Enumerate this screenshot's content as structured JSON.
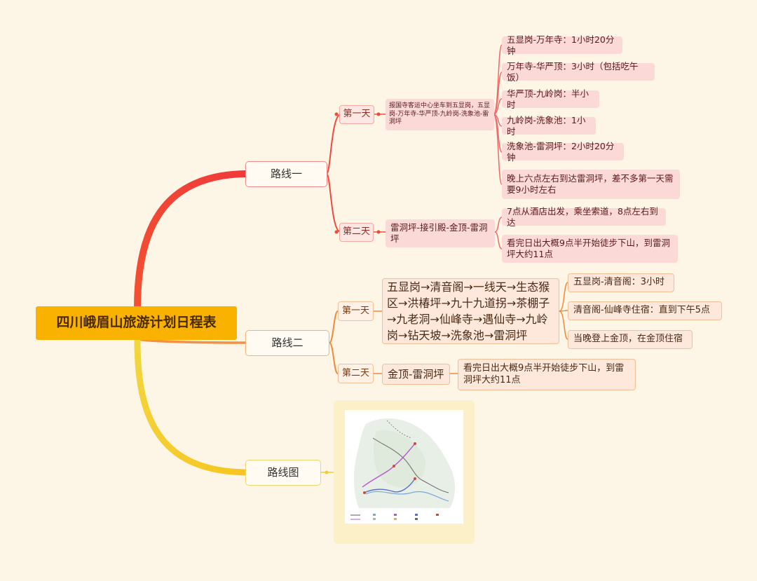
{
  "root": {
    "label": "四川峨眉山旅游计划日程表"
  },
  "route1": {
    "label": "路线一",
    "day1": {
      "label": "第一天",
      "summary": "报国寺客运中心坐车到五显岗，五显岗-万年寺-华严顶-九岭岗-洗象池-雷洞坪",
      "items": [
        "五显岗-万年寺：1小时20分钟",
        "万年寺-华严顶：3小时（包括吃午饭）",
        "华严顶-九岭岗：半小时",
        "九岭岗-洗象池：1小时",
        "洗象池-雷洞坪：2小时20分钟",
        "晚上六点左右到达雷洞坪，差不多第一天需要9小时左右"
      ]
    },
    "day2": {
      "label": "第二天",
      "summary": "雷洞坪-接引殿-金顶-雷洞坪",
      "items": [
        "7点从酒店出发，乘坐索道，8点左右到达",
        "看完日出大概9点半开始徒步下山，到雷洞坪大约11点"
      ]
    }
  },
  "route2": {
    "label": "路线二",
    "day1": {
      "label": "第一天",
      "summary": "五显岗→清音阁→一线天→生态猴区→洪椿坪→九十九道拐→茶棚子→九老洞→仙峰寺→遇仙寺→九岭岗→钻天坡→洗象池→雷洞坪",
      "items": [
        "五显岗-清音阁：3小时",
        "清音阁-仙峰寺住宿：直到下午5点",
        "当晚登上金顶，在金顶住宿"
      ]
    },
    "day2": {
      "label": "第二天",
      "summary": "金顶-雷洞坪",
      "items": [
        "看完日出大概9点半开始徒步下山，到雷洞坪大约11点"
      ]
    }
  },
  "route3": {
    "label": "路线图"
  },
  "colors": {
    "background": "#fdf6e6",
    "root": "#f9b200",
    "branch_red": "#f04a3a",
    "branch_orange": "#f08a3a",
    "branch_yellow": "#f2cc30"
  }
}
